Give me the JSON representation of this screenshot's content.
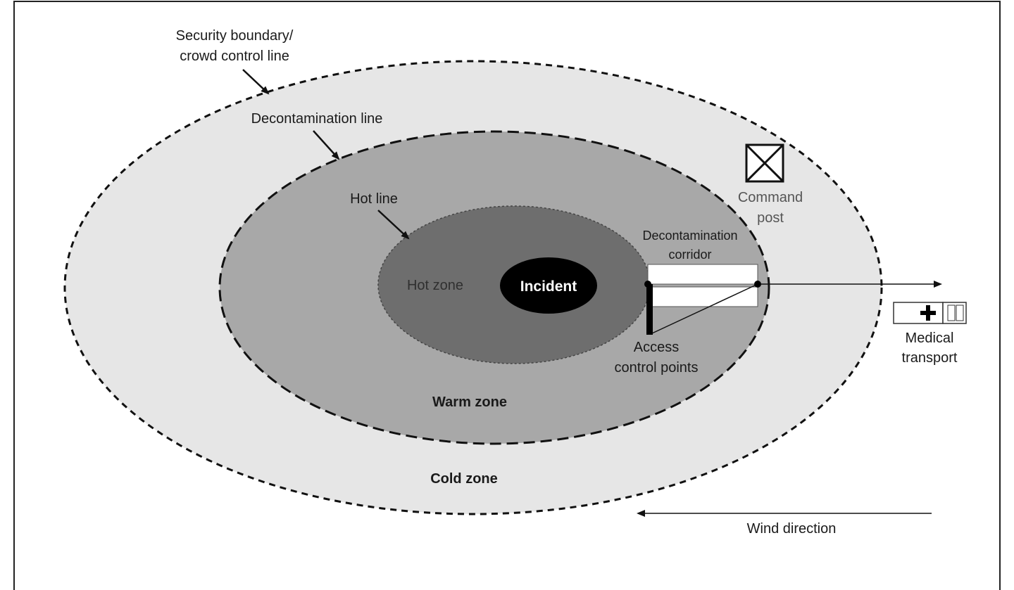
{
  "labels": {
    "security_boundary_line1": "Security boundary/",
    "security_boundary_line2": "crowd control line",
    "decontamination_line": "Decontamination line",
    "hot_line": "Hot line",
    "command_post_line1": "Command",
    "command_post_line2": "post",
    "decon_corridor_line1": "Decontamination",
    "decon_corridor_line2": "corridor",
    "hot_zone": "Hot zone",
    "incident": "Incident",
    "access_line1": "Access",
    "access_line2": "control points",
    "warm_zone": "Warm zone",
    "cold_zone": "Cold zone",
    "medical_line1": "Medical",
    "medical_line2": "transport",
    "wind_direction": "Wind direction"
  },
  "colors": {
    "frame": "#222222",
    "cold_zone_fill": "#e6e6e6",
    "warm_zone_fill": "#a8a8a8",
    "hot_zone_fill": "#6e6e6e",
    "incident_fill": "#000000",
    "corridor_fill": "#ffffff",
    "line": "#111111"
  },
  "icons": {
    "command_post": "boxed-x-icon",
    "medical_transport": "ambulance-icon",
    "wind": "left-arrow-icon",
    "exit": "right-arrow-icon"
  }
}
